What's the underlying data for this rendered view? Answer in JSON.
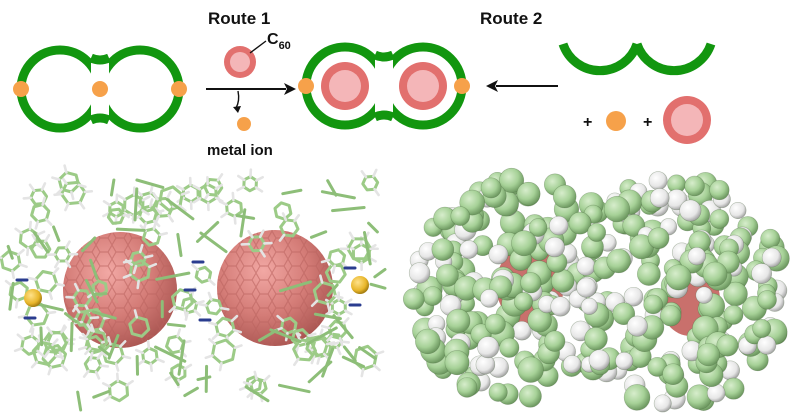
{
  "labels": {
    "route1": "Route 1",
    "route2": "Route 2",
    "c60_letter": "C",
    "c60_subscript": "60",
    "metal_ion": "metal ion",
    "plus1": "+",
    "plus2": "+"
  },
  "colors": {
    "cage_green": "#12960F",
    "metal_orange": "#F6A14A",
    "fullerene_outer": "#E2706E",
    "fullerene_inner": "#F4B6B8",
    "stick_green": "#9CCB87",
    "stick_green_dark": "#6FA15E",
    "hydrogen_white": "#EDEDED",
    "nitrogen_blue": "#2A3C8F",
    "metal_yellow": "#E8B62A",
    "fullerene_surface": "#CF7874",
    "spacefill_green": "#A9D49A",
    "spacefill_white": "#F2F2F2"
  },
  "panels": {
    "stick_model": "molecular-stick-model-with-two-fullerenes",
    "spacefill_model": "space-filling-molecular-model"
  }
}
